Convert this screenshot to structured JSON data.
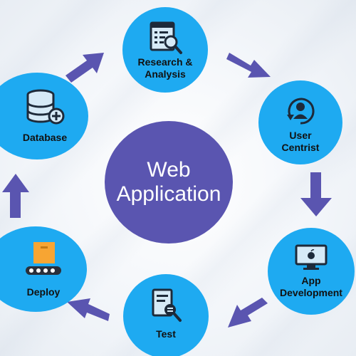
{
  "center": {
    "line1": "Web",
    "line2": "Application"
  },
  "nodes": {
    "research": {
      "line1": "Research &",
      "line2": "Analysis",
      "icon": "report-search-icon"
    },
    "user": {
      "line1": "User",
      "line2": "Centrist",
      "icon": "user-refresh-icon"
    },
    "app": {
      "line1": "App",
      "line2": "Development",
      "icon": "monitor-apple-icon"
    },
    "test": {
      "line1": "Test",
      "icon": "document-search-icon"
    },
    "deploy": {
      "line1": "Deploy",
      "icon": "conveyor-box-icon"
    },
    "database": {
      "line1": "Database",
      "icon": "database-add-icon"
    }
  },
  "colors": {
    "node": "#1eaaf1",
    "center": "#5a55b0",
    "arrow": "#5a55b0",
    "text": "#111111"
  }
}
